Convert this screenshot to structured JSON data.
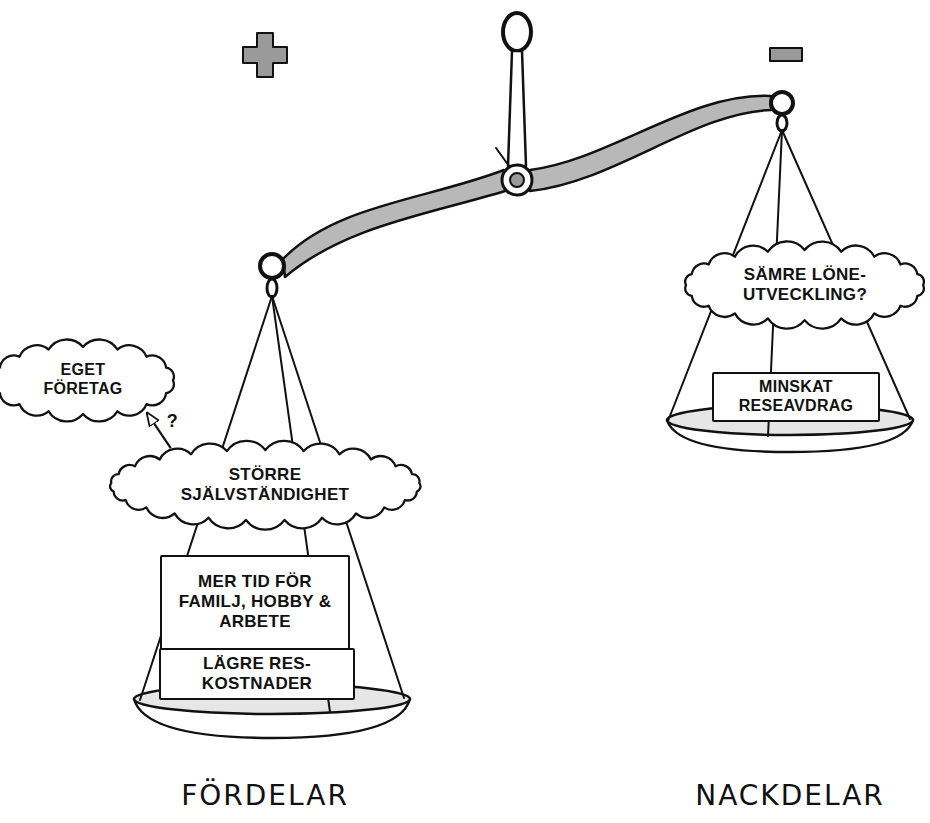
{
  "diagram": {
    "nodes": [
      {
        "text": [
          "EGET FÖRETAG"
        ]
      },
      {
        "text": [
          "STÖRRE SJÄLVSTÄNDIGHET"
        ]
      },
      {
        "text": [
          "MER TID FÖR FAMILJ, HOBBY & ARBETE"
        ]
      },
      {
        "text": [
          "LÄGRE RES- KOSTNADER"
        ]
      },
      {
        "text": [
          "SÄMRE LÖNE- UTVECKLING?"
        ]
      },
      {
        "text": [
          "MINSKAT RESEAVDRAG"
        ]
      }
    ],
    "edges": [
      {
        "from": 1,
        "to": 0,
        "arrow": "to",
        "label": "?"
      }
    ],
    "labels": [
      "FÖRDELAR",
      "NACKDELAR"
    ]
  }
}
